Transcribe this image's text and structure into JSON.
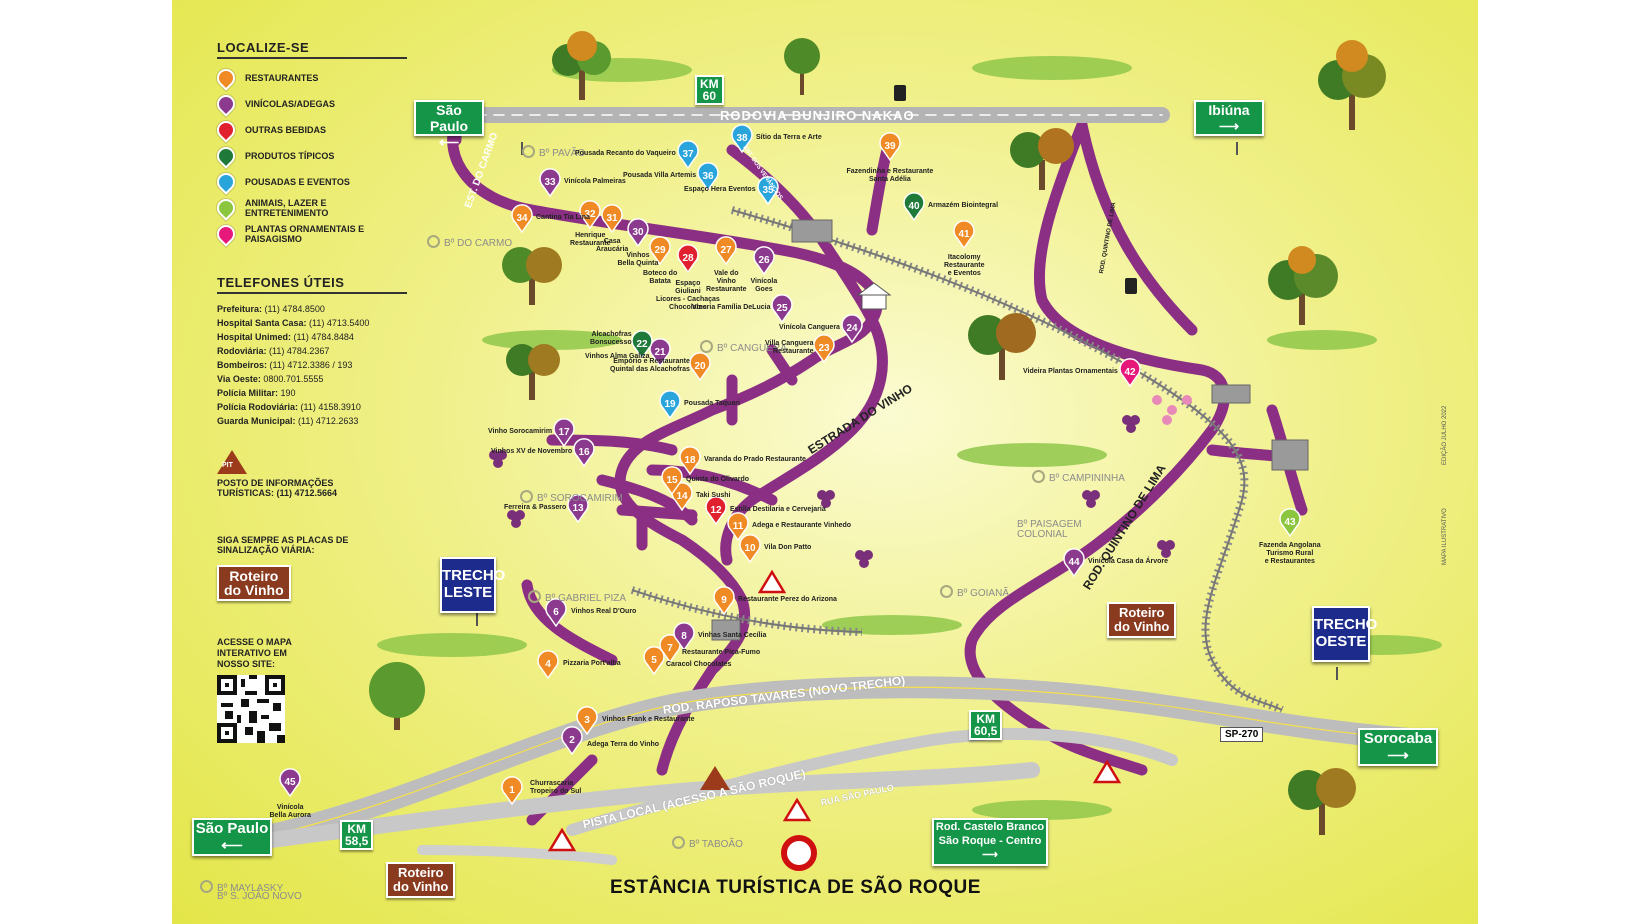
{
  "legend": {
    "title": "LOCALIZE-SE",
    "items": [
      {
        "label": "RESTAURANTES",
        "color": "#f08a25"
      },
      {
        "label": "VINÍCOLAS/ADEGAS",
        "color": "#8b3a8e"
      },
      {
        "label": "OUTRAS BEBIDAS",
        "color": "#e0202e"
      },
      {
        "label": "PRODUTOS TÍPICOS",
        "color": "#1f7a3a"
      },
      {
        "label": "POUSADAS E EVENTOS",
        "color": "#2aa5dc"
      },
      {
        "label": "ANIMAIS, LAZER E ENTRETENIMENTO",
        "color": "#8cc63f"
      },
      {
        "label": "PLANTAS ORNAMENTAIS E PAISAGISMO",
        "color": "#e6197a"
      }
    ]
  },
  "phones": {
    "title": "TELEFONES ÚTEIS",
    "items": [
      {
        "name": "Prefeitura:",
        "number": "(11) 4784.8500"
      },
      {
        "name": "Hospital Santa Casa:",
        "number": "(11) 4713.5400"
      },
      {
        "name": "Hospital Unimed:",
        "number": "(11) 4784.8484"
      },
      {
        "name": "Rodoviária:",
        "number": "(11) 4784.2367"
      },
      {
        "name": "Bombeiros:",
        "number": "(11) 4712.3386 / 193"
      },
      {
        "name": "Via Oeste:",
        "number": "0800.701.5555"
      },
      {
        "name": "Polícia Militar:",
        "number": "190"
      },
      {
        "name": "Polícia Rodoviária:",
        "number": "(11) 4158.3910"
      },
      {
        "name": "Guarda Municipal:",
        "number": "(11) 4712.2633"
      }
    ]
  },
  "pit": {
    "badge": "PIT",
    "line1": "POSTO DE INFORMAÇÕES",
    "line2": "TURÍSTICAS: (11) 4712.5664"
  },
  "siga": {
    "line1": "SIGA SEMPRE AS PLACAS DE",
    "line2": "SINALIZAÇÃO VIÁRIA:"
  },
  "roteiro": {
    "line1": "Roteiro",
    "line2": "do Vinho"
  },
  "acesse": {
    "line1": "ACESSE O MAPA",
    "line2": "INTERATIVO EM",
    "line3": "NOSSO SITE:"
  },
  "signs": {
    "sao_paulo": "São Paulo",
    "ibiuna": "Ibiúna",
    "sorocaba": "Sorocaba",
    "castelo1": "Rod. Castelo Branco",
    "castelo2": "São Roque - Centro",
    "km60_a": "KM",
    "km60_b": "60",
    "km605_a": "KM",
    "km605_b": "60,5",
    "km585_a": "KM",
    "km585_b": "58,5",
    "trecho": "TRECHO",
    "leste": "LESTE",
    "oeste": "OESTE",
    "sp270": "SP-270"
  },
  "roads": {
    "bunjiro": "RODOVIA BUNJIRO NAKAO",
    "raposo": "ROD. RAPOSO TAVARES (NOVO TRECHO)",
    "pista_local": "PISTA LOCAL (ACESSO A SÃO ROQUE)",
    "rua_sao_paulo": "RUA SÃO PAULO",
    "estrada_vinho": "ESTRADA DO VINHO",
    "quintino": "ROD. QUINTINO DE LIMA",
    "quintino_small": "ROD. QUINTINO DE LIMA",
    "carmo": "EST. DO CARMO",
    "venancios": "EST. DOS VENÂNCIOS"
  },
  "bairros": {
    "pavao": "Bº PAVÃO",
    "carmo": "Bº DO CARMO",
    "canguera": "Bº CANGUERA",
    "sorocamirim": "Bº SOROCAMIRIM",
    "gabriel": "Bº GABRIEL PIZA",
    "campininha": "Bº CAMPININHA",
    "paisagem1": "Bº PAISAGEM",
    "paisagem2": "COLONIAL",
    "goiana": "Bº GOIANÃ",
    "taboao": "Bº TABOÃO",
    "maylasky": "Bº MAYLASKY",
    "joao_novo": "Bº S. JOÃO NOVO"
  },
  "pois": [
    {
      "n": "1",
      "cat": "restaurant",
      "label": "Churrascaria\nTropeiro do Sul"
    },
    {
      "n": "2",
      "cat": "winery",
      "label": "Adega Terra do Vinho"
    },
    {
      "n": "3",
      "cat": "restaurant",
      "label": "Vinhos Frank e Restaurante"
    },
    {
      "n": "4",
      "cat": "restaurant",
      "label": "Pizzaria Port'alba"
    },
    {
      "n": "5",
      "cat": "restaurant",
      "label": "Caracol Chocolates"
    },
    {
      "n": "6",
      "cat": "winery",
      "label": "Vinhos Real D'Ouro"
    },
    {
      "n": "7",
      "cat": "restaurant",
      "label": "Restaurante Pica-Fumo"
    },
    {
      "n": "8",
      "cat": "winery",
      "label": "Vinhas Santa Cecília"
    },
    {
      "n": "9",
      "cat": "restaurant",
      "label": "Restaurante Perez do Arizona"
    },
    {
      "n": "10",
      "cat": "restaurant",
      "label": "Vila Don Patto"
    },
    {
      "n": "11",
      "cat": "restaurant",
      "label": "Adega e Restaurante Vinhedo"
    },
    {
      "n": "12",
      "cat": "drinks",
      "label": "Estilla Destilaria e Cervejaria"
    },
    {
      "n": "13",
      "cat": "winery",
      "label": "Ferreira & Passero"
    },
    {
      "n": "14",
      "cat": "restaurant",
      "label": "Taki Sushi"
    },
    {
      "n": "15",
      "cat": "restaurant",
      "label": "Quinta do Olivardo"
    },
    {
      "n": "16",
      "cat": "winery",
      "label": "Vinhos XV de Novembro"
    },
    {
      "n": "17",
      "cat": "winery",
      "label": "Vinho Sorocamirim"
    },
    {
      "n": "18",
      "cat": "restaurant",
      "label": "Varanda do Prado Restaurante"
    },
    {
      "n": "19",
      "cat": "lodging",
      "label": "Pousada Taquari"
    },
    {
      "n": "20",
      "cat": "restaurant",
      "label": "Empório e Restaurante\nQuintal das Alcachofras"
    },
    {
      "n": "21",
      "cat": "winery",
      "label": "Vinhos Alma Galiza"
    },
    {
      "n": "22",
      "cat": "typical",
      "label": "Alcachofras\nBonsucesso"
    },
    {
      "n": "23",
      "cat": "restaurant",
      "label": "Villa Canguera\nRestaurante"
    },
    {
      "n": "24",
      "cat": "winery",
      "label": "Vinícola Canguera"
    },
    {
      "n": "25",
      "cat": "winery",
      "label": "Vineria Família DeLucia"
    },
    {
      "n": "26",
      "cat": "winery",
      "label": "Vinícola\nGoes"
    },
    {
      "n": "27",
      "cat": "restaurant",
      "label": "Vale do\nVinho\nRestaurante"
    },
    {
      "n": "28",
      "cat": "drinks",
      "label": "Espaço\nGiuliani\nLicores - Cachaças\nChocolates"
    },
    {
      "n": "29",
      "cat": "restaurant",
      "label": "Boteco do\nBatata"
    },
    {
      "n": "30",
      "cat": "winery",
      "label": "Vinhos\nBella Quinta"
    },
    {
      "n": "31",
      "cat": "restaurant",
      "label": "Casa\nAraucária"
    },
    {
      "n": "32",
      "cat": "restaurant",
      "label": "Henrique\nRestaurante"
    },
    {
      "n": "33",
      "cat": "winery",
      "label": "Vinícola Palmeiras"
    },
    {
      "n": "34",
      "cat": "restaurant",
      "label": "Cantina Tia Lina"
    },
    {
      "n": "35",
      "cat": "lodging",
      "label": "Espaço Hera Eventos"
    },
    {
      "n": "36",
      "cat": "lodging",
      "label": "Pousada Villa Artemis"
    },
    {
      "n": "37",
      "cat": "lodging",
      "label": "Pousada Recanto do Vaqueiro"
    },
    {
      "n": "38",
      "cat": "lodging",
      "label": "Sítio da Terra e Arte"
    },
    {
      "n": "39",
      "cat": "restaurant",
      "label": "Fazendinha e Restaurante\nSanta Adélia"
    },
    {
      "n": "40",
      "cat": "typical",
      "label": "Armazém Biointegral"
    },
    {
      "n": "41",
      "cat": "restaurant",
      "label": "Itacolomy\nRestaurante\ne Eventos"
    },
    {
      "n": "42",
      "cat": "plants",
      "label": "Videira Plantas Ornamentais"
    },
    {
      "n": "43",
      "cat": "animals",
      "label": "Fazenda Angolana\nTurismo Rural\ne Restaurantes"
    },
    {
      "n": "44",
      "cat": "winery",
      "label": "Vinícola Casa da Árvore"
    },
    {
      "n": "45",
      "cat": "winery",
      "label": "Vinícola\nBella Aurora"
    }
  ],
  "cat_colors": {
    "restaurant": "#f08a25",
    "winery": "#8b3a8e",
    "drinks": "#e0202e",
    "typical": "#1f7a3a",
    "lodging": "#2aa5dc",
    "animals": "#8cc63f",
    "plants": "#e6197a"
  },
  "title": "ESTÂNCIA TURÍSTICA DE SÃO ROQUE",
  "side": {
    "edicao": "EDIÇÃO JULHO 2022",
    "mapa": "MAPA ILUSTRATIVO"
  }
}
